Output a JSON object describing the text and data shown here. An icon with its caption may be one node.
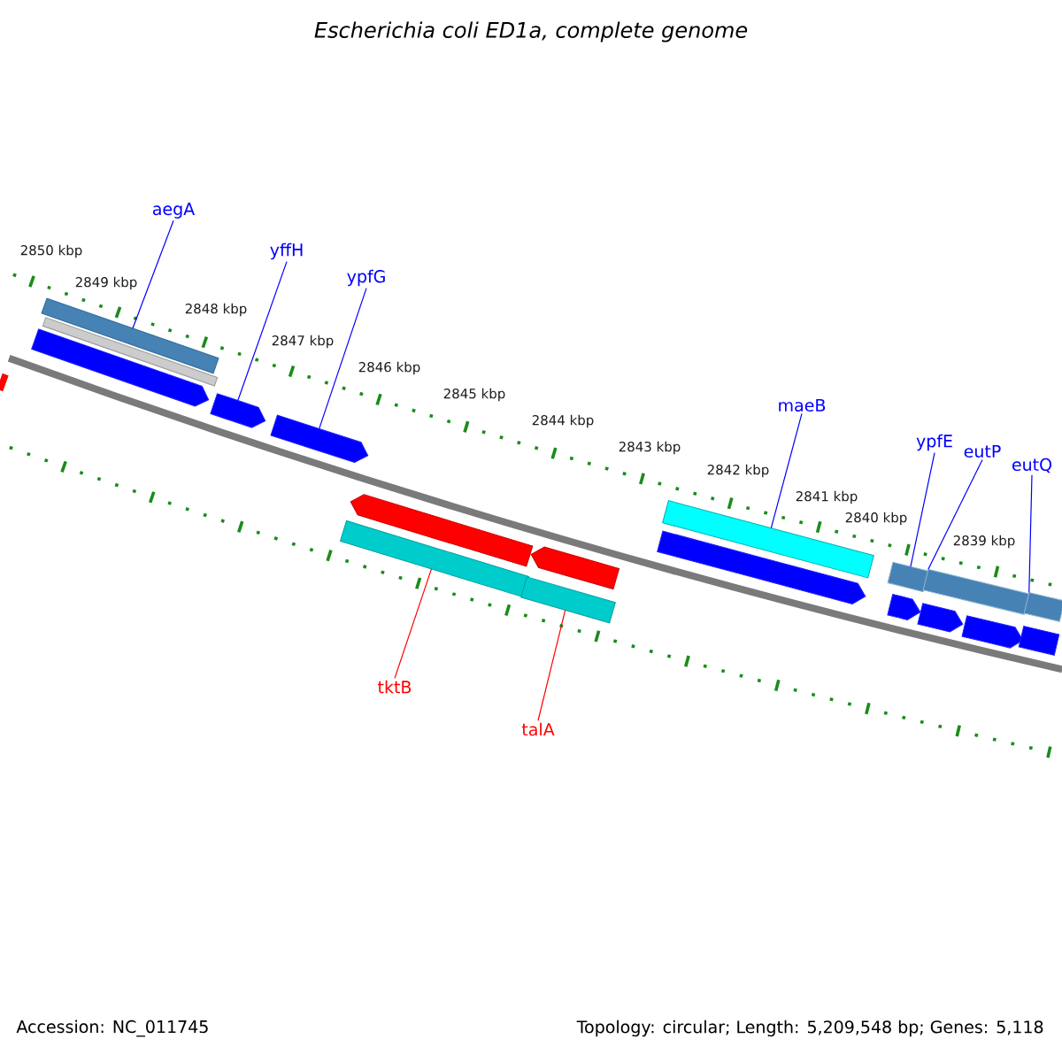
{
  "diagram": {
    "title": "Escherichia coli ED1a, complete genome",
    "nodes": [
      {
        "text": [
          "aegA"
        ]
      },
      {
        "text": [
          "yffH"
        ]
      },
      {
        "text": [
          "ypfG"
        ]
      },
      {
        "text": [
          "maeB"
        ]
      },
      {
        "text": [
          "ypfE"
        ]
      },
      {
        "text": [
          "eutP"
        ]
      },
      {
        "text": [
          "eutQ"
        ]
      },
      {
        "text": [
          "tktB"
        ]
      },
      {
        "text": [
          "talA"
        ]
      },
      {
        "text": [],
        "shape": "bar"
      },
      {
        "text": [],
        "shape": "bar"
      },
      {
        "text": [],
        "shape": "arrow"
      },
      {
        "text": [],
        "shape": "arrow"
      },
      {
        "text": [],
        "shape": "arrow"
      },
      {
        "text": [],
        "shape": "arrow"
      },
      {
        "text": [],
        "shape": "bar"
      },
      {
        "text": [],
        "shape": "arrow"
      },
      {
        "text": [],
        "shape": "bar"
      },
      {
        "text": [],
        "shape": "bar"
      },
      {
        "text": [],
        "shape": "arrow"
      },
      {
        "text": [],
        "shape": "bar"
      },
      {
        "text": [],
        "shape": "bar"
      },
      {
        "text": [],
        "shape": "bar"
      },
      {
        "text": [],
        "shape": "arrow"
      },
      {
        "text": [],
        "shape": "arrow"
      },
      {
        "text": [],
        "shape": "arrow"
      },
      {
        "text": [],
        "shape": "bar"
      },
      {
        "text": [],
        "shape": "bar"
      }
    ],
    "edges": [
      {
        "from": 0,
        "to": 9,
        "arrow": "none"
      },
      {
        "from": 1,
        "to": 12,
        "arrow": "none"
      },
      {
        "from": 2,
        "to": 13,
        "arrow": "none"
      },
      {
        "from": 3,
        "to": 18,
        "arrow": "none"
      },
      {
        "from": 4,
        "to": 20,
        "arrow": "none"
      },
      {
        "from": 5,
        "to": 21,
        "arrow": "none"
      },
      {
        "from": 6,
        "to": 22,
        "arrow": "none"
      },
      {
        "from": 7,
        "to": 15,
        "arrow": "none",
        "color": "#ff0000"
      },
      {
        "from": 8,
        "to": 17,
        "arrow": "none",
        "color": "#ff0000"
      }
    ],
    "labels": [
      "2850 kbp",
      "2849 kbp",
      "2848 kbp",
      "2847 kbp",
      "2846 kbp",
      "2845 kbp",
      "2844 kbp",
      "2843 kbp",
      "2842 kbp",
      "2841 kbp",
      "2840 kbp",
      "2839 kbp",
      "Accession: NC_011745",
      "Topology: circular; Length: 5,209,548 bp; Genes: 5,118"
    ]
  }
}
